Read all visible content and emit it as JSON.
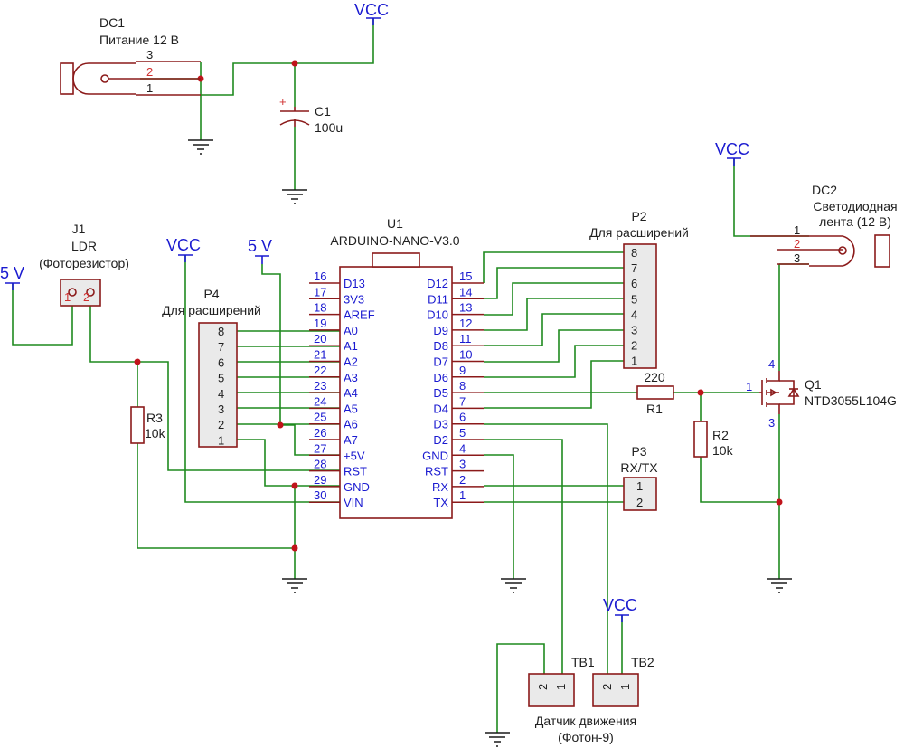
{
  "power_labels": {
    "vcc": "VCC",
    "v5": "5 V"
  },
  "dc1": {
    "ref": "DC1",
    "desc": "Питание 12 В",
    "pins": [
      "3",
      "2",
      "1"
    ]
  },
  "c1": {
    "ref": "C1",
    "value": "100u",
    "polarity": "+"
  },
  "dc2": {
    "ref": "DC2",
    "desc_line1": "Светодиодная",
    "desc_line2": "лента (12 В)",
    "pins": [
      "1",
      "2",
      "3"
    ]
  },
  "j1": {
    "ref": "J1",
    "name": "LDR",
    "desc": "(Фоторезистор)",
    "pins": [
      "1",
      "2"
    ]
  },
  "u1": {
    "ref": "U1",
    "name": "ARDUINO-NANO-V3.0",
    "left_pins": [
      {
        "num": "16",
        "name": "D13"
      },
      {
        "num": "17",
        "name": "3V3"
      },
      {
        "num": "18",
        "name": "AREF"
      },
      {
        "num": "19",
        "name": "A0"
      },
      {
        "num": "20",
        "name": "A1"
      },
      {
        "num": "21",
        "name": "A2"
      },
      {
        "num": "22",
        "name": "A3"
      },
      {
        "num": "23",
        "name": "A4"
      },
      {
        "num": "24",
        "name": "A5"
      },
      {
        "num": "25",
        "name": "A6"
      },
      {
        "num": "26",
        "name": "A7"
      },
      {
        "num": "27",
        "name": "+5V"
      },
      {
        "num": "28",
        "name": "RST"
      },
      {
        "num": "29",
        "name": "GND"
      },
      {
        "num": "30",
        "name": "VIN"
      }
    ],
    "right_pins": [
      {
        "num": "15",
        "name": "D12"
      },
      {
        "num": "14",
        "name": "D11"
      },
      {
        "num": "13",
        "name": "D10"
      },
      {
        "num": "12",
        "name": "D9"
      },
      {
        "num": "11",
        "name": "D8"
      },
      {
        "num": "10",
        "name": "D7"
      },
      {
        "num": "9",
        "name": "D6"
      },
      {
        "num": "8",
        "name": "D5"
      },
      {
        "num": "7",
        "name": "D4"
      },
      {
        "num": "6",
        "name": "D3"
      },
      {
        "num": "5",
        "name": "D2"
      },
      {
        "num": "4",
        "name": "GND"
      },
      {
        "num": "3",
        "name": "RST"
      },
      {
        "num": "2",
        "name": "RX"
      },
      {
        "num": "1",
        "name": "TX"
      }
    ]
  },
  "p2": {
    "ref": "P2",
    "desc": "Для расширений",
    "pins": [
      "8",
      "7",
      "6",
      "5",
      "4",
      "3",
      "2",
      "1"
    ]
  },
  "p4": {
    "ref": "P4",
    "desc": "Для расширений",
    "pins": [
      "8",
      "7",
      "6",
      "5",
      "4",
      "3",
      "2",
      "1"
    ]
  },
  "p3": {
    "ref": "P3",
    "desc": "RX/TX",
    "pins": [
      "1",
      "2"
    ]
  },
  "r1": {
    "ref": "R1",
    "value": "220"
  },
  "r2": {
    "ref": "R2",
    "value": "10k"
  },
  "r3": {
    "ref": "R3",
    "value": "10k"
  },
  "q1": {
    "ref": "Q1",
    "name": "NTD3055L104G",
    "pins": {
      "gate": "1",
      "drain": "4",
      "source": "3"
    }
  },
  "tb1": {
    "ref": "TB1",
    "pins": [
      "2",
      "1"
    ]
  },
  "tb2": {
    "ref": "TB2",
    "pins": [
      "2",
      "1"
    ]
  },
  "sensor": {
    "line1": "Датчик движения",
    "line2": "(Фотон-9)"
  }
}
